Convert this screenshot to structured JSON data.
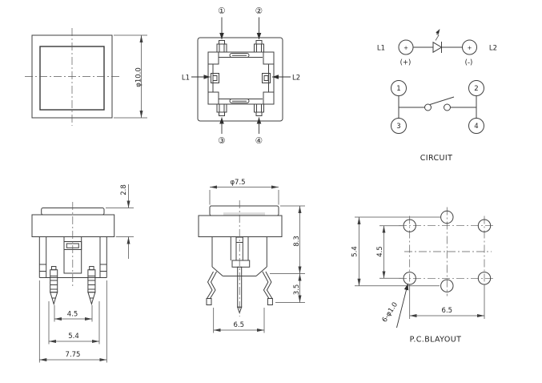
{
  "colors": {
    "background": "#ffffff",
    "line": "#3f3f3f",
    "dimension_line": "#4d4d4d",
    "text": "#1f1f1f",
    "cap_shading": "#dcdcdc"
  },
  "top_view": {
    "dim_diameter": "φ10.0"
  },
  "pin_view": {
    "pin1": "①",
    "pin2": "②",
    "pin3": "③",
    "pin4": "④",
    "led_left": "L1",
    "led_right": "L2"
  },
  "circuit": {
    "caption": "CIRCUIT",
    "led_left": "L1",
    "led_right": "L2",
    "terminal_symbol_left": "+",
    "terminal_symbol_right": "+",
    "polarity_positive": "(+)",
    "polarity_negative": "(-)",
    "pin1": "1",
    "pin2": "2",
    "pin3": "3",
    "pin4": "4"
  },
  "front_view": {
    "dim_cap_height": "2.8",
    "dim_claw_inner_span": "4.5",
    "dim_claw_outer_span": "5.4",
    "dim_body_width": "7.75"
  },
  "side_view": {
    "dim_cap_diameter": "φ7.5",
    "dim_body_height": "8.3",
    "dim_lead_length": "3.5",
    "dim_lead_span": "6.5"
  },
  "pcb_layout": {
    "caption": "P.C.BLAYOUT",
    "dim_led_hole_pitch": "5.4",
    "dim_switch_hole_pitch": "4.5",
    "dim_column_pitch": "6.5",
    "dim_hole_note": "6-φ1.0"
  }
}
